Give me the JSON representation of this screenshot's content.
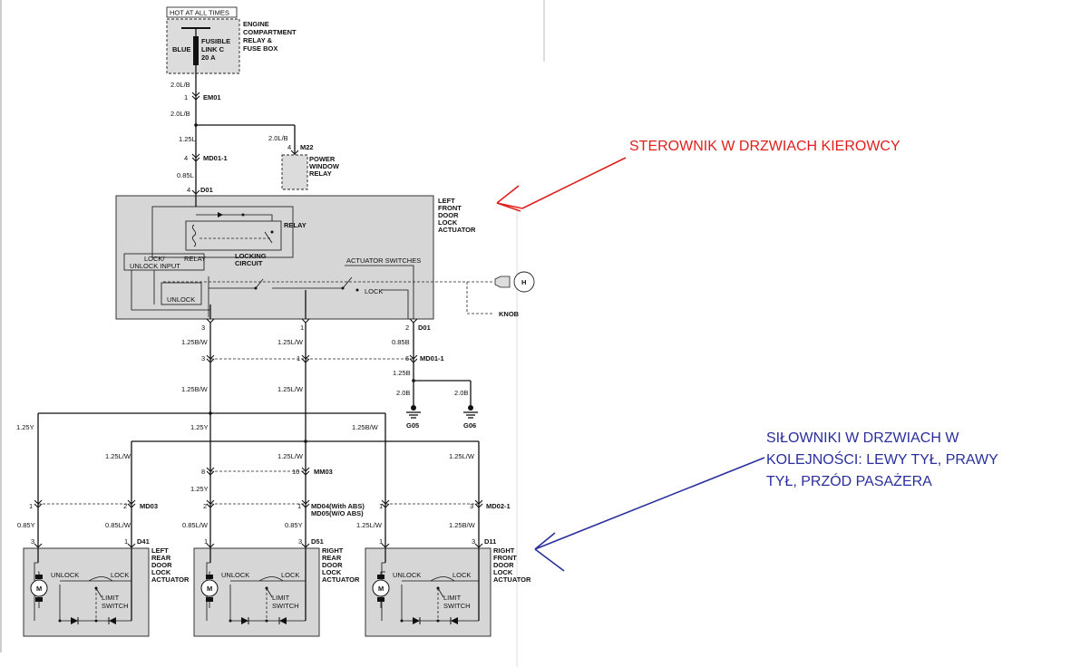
{
  "top": {
    "hot_label": "HOT AT ALL TIMES",
    "engine_box_label": [
      "ENGINE",
      "COMPARTMENT",
      "RELAY &",
      "FUSE BOX"
    ],
    "fuse_color": "BLUE",
    "fuse_name": [
      "FUSIBLE",
      "LINK C",
      "20 A"
    ]
  },
  "wires": {
    "w_20lb_a": "2.0L/B",
    "w_20lb_b": "2.0L/B",
    "w_20lb_c": "2.0L/B",
    "w_125l": "1.25L",
    "w_085l": "0.85L",
    "w_125bw_a": "1.25B/W",
    "w_125lw_a": "1.25L/W",
    "w_085b": "0.85B",
    "w_125b": "1.25B",
    "w_125bw_b": "1.25B/W",
    "w_125lw_b": "1.25L/W",
    "w_20b_a": "2.0B",
    "w_20b_b": "2.0B",
    "w_125y_a": "1.25Y",
    "w_125y_b": "1.25Y",
    "w_125bw_c": "1.25B/W",
    "w_125lw_c": "1.25L/W",
    "w_125lw_d": "1.25L/W",
    "w_125lw_e": "1.25L/W",
    "w_125y_c": "1.25Y",
    "w_085y_a": "0.85Y",
    "w_085lw_a": "0.85L/W",
    "w_085lw_b": "0.85L/W",
    "w_085y_b": "0.85Y",
    "w_125lw_f": "1.25L/W",
    "w_125bw_d": "1.25B/W"
  },
  "connectors": {
    "em01": "EM01",
    "md01_1_top": "MD01-1",
    "d01_top": "D01",
    "m22": "M22",
    "d01_bottom": "D01",
    "md01_1_mid": "MD01-1",
    "mm03": "MM03",
    "md03": "MD03",
    "md04": "MD04(With ABS)",
    "md05": "MD05(W/O ABS)",
    "md02_1": "MD02-1",
    "d41": "D41",
    "d51": "D51",
    "d11": "D11",
    "g05": "G05",
    "g06": "G06"
  },
  "pins": {
    "p1": "1",
    "p4a": "4",
    "p4b": "4",
    "p4c": "4",
    "p3a": "3",
    "p1a": "1",
    "p2a": "2",
    "p3b": "3",
    "p1b": "1",
    "p6": "6",
    "p8": "8",
    "p10": "10",
    "p1c": "1",
    "p2b": "2",
    "p2c": "2",
    "p1d": "1",
    "p1e": "1",
    "p3c": "3",
    "p3d": "3",
    "p1f": "1",
    "p1g": "1",
    "p3e": "3",
    "p1h": "1",
    "p3f": "3"
  },
  "power_window_relay": [
    "POWER",
    "WINDOW",
    "RELAY"
  ],
  "actuator_lf": {
    "title": [
      "LEFT",
      "FRONT",
      "DOOR",
      "LOCK",
      "ACTUATOR"
    ],
    "relay": "RELAY",
    "lock_unlock_input": [
      "LOCK/",
      "UNLOCK INPUT"
    ],
    "relay_small": "RELAY",
    "locking_circuit": [
      "LOCKING",
      "CIRCUIT"
    ],
    "actuator_switches": "ACTUATOR SWITCHES",
    "unlock": "UNLOCK",
    "lock": "LOCK",
    "knob": "KNOB",
    "key_letter": "H"
  },
  "small_actuators": [
    {
      "title": [
        "LEFT",
        "REAR",
        "DOOR",
        "LOCK",
        "ACTUATOR"
      ],
      "unlock": "UNLOCK",
      "lock": "LOCK",
      "motor": "M",
      "limit": [
        "LIMIT",
        "SWITCH"
      ]
    },
    {
      "title": [
        "RIGHT",
        "REAR",
        "DOOR",
        "LOCK",
        "ACTUATOR"
      ],
      "unlock": "UNLOCK",
      "lock": "LOCK",
      "motor": "M",
      "limit": [
        "LIMIT",
        "SWITCH"
      ]
    },
    {
      "title": [
        "RIGHT",
        "FRONT",
        "DOOR",
        "LOCK",
        "ACTUATOR"
      ],
      "unlock": "UNLOCK",
      "lock": "LOCK",
      "motor": "M",
      "limit": [
        "LIMIT",
        "SWITCH"
      ]
    }
  ],
  "annotations": {
    "driver": "STEROWNIK W DRZWIACH KIEROWCY",
    "actuators": [
      "SIŁOWNIKI W DRZWIACH W",
      "KOLEJNOŚCI: LEWY TYŁ, PRAWY",
      "TYŁ, PRZÓD PASAŻERA"
    ]
  },
  "colors": {
    "red_annotation": "#e0201e",
    "blue_annotation": "#2a2f9c"
  }
}
